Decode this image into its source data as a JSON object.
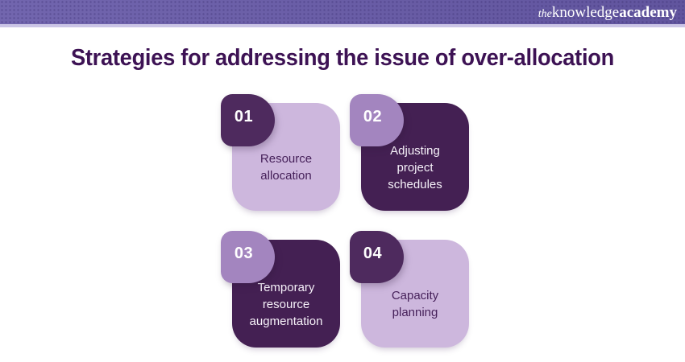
{
  "header": {
    "logo": {
      "the": "the",
      "knowledge": "knowledge",
      "academy": "academy"
    }
  },
  "title": "Strategies for addressing the issue of over-allocation",
  "cards": [
    {
      "number": "01",
      "label": "Resource allocation",
      "variant": "light"
    },
    {
      "number": "02",
      "label": "Adjusting project schedules",
      "variant": "dark"
    },
    {
      "number": "03",
      "label": "Temporary resource augmentation",
      "variant": "dark"
    },
    {
      "number": "04",
      "label": "Capacity planning",
      "variant": "light"
    }
  ],
  "colors": {
    "header-purple": "#675aa8",
    "header-strip": "#cbc5e6",
    "title-color": "#3d1254",
    "light-card": "#cdb7dd",
    "dark-card": "#442053",
    "dark-badge": "#4e2a5e",
    "light-badge": "#a385bf",
    "dark-text": "#46215a",
    "light-text": "#f6f1f9"
  }
}
